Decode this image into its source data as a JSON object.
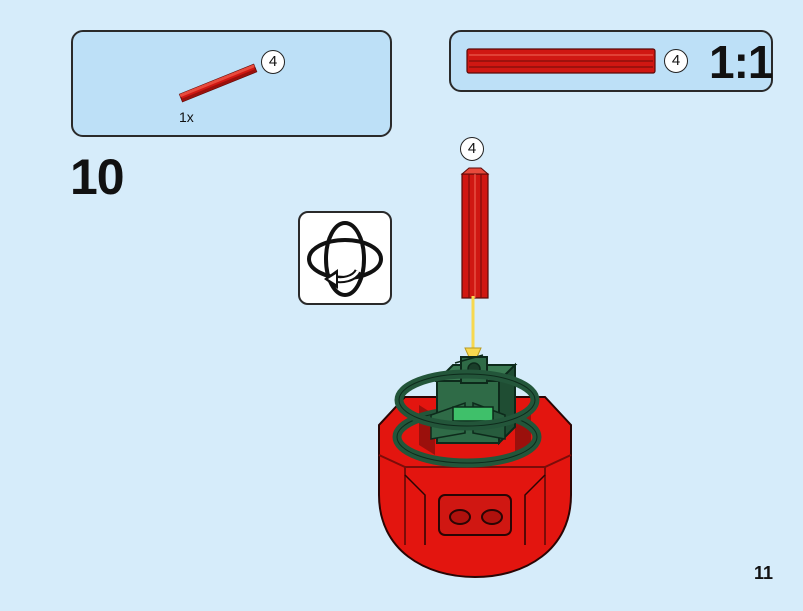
{
  "step": {
    "number": "10",
    "page_number": "11"
  },
  "parts_list": {
    "items": [
      {
        "name": "red-axle",
        "length_label": "4",
        "quantity": "1x",
        "color": "#d01712"
      }
    ]
  },
  "scale_reference": {
    "length_label": "4",
    "scale_text": "1:1",
    "color": "#d01712"
  },
  "callout": {
    "length_label": "4"
  },
  "rotate_icon": {
    "name": "rotate-model-icon"
  },
  "colors": {
    "background": "#d6ecfa",
    "panel": "#bde0f7",
    "axle_red": "#d01712",
    "model_red": "#e3150f",
    "dark_green": "#23563a",
    "bright_green": "#3fc06a",
    "arrow_yellow": "#f7d84f"
  }
}
